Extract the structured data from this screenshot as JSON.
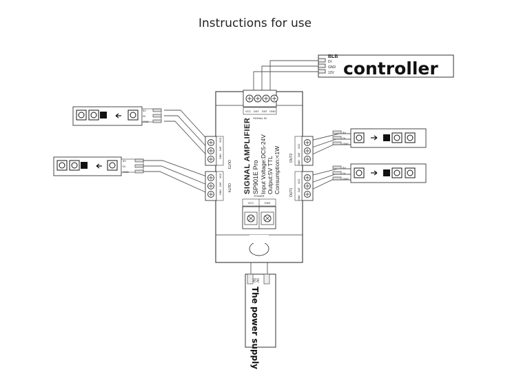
{
  "title": "Instructions for use",
  "controller": {
    "label": "controller",
    "logo": "BLB",
    "pins": [
      "DI",
      "GND",
      "12V"
    ]
  },
  "amplifier": {
    "name": "SIGNAL AMPLIFIER",
    "model": "SP901E Pro",
    "spec_input": "Input Voltage:DC5-24V",
    "spec_output": "Output:5V TTL",
    "spec_consumption": "Consumption:<1W",
    "signal_in_label": "SIGNAL IN",
    "signal_in_pins": [
      "VCC",
      "DAT",
      "DAT",
      "GND"
    ],
    "power_label": "POWER",
    "power_vcc": "VCC",
    "power_gnd": "GND",
    "out_pins": [
      "GND",
      "DAT",
      "VCC"
    ]
  },
  "outputs": [
    "OUT1",
    "OUT2",
    "OUT3",
    "OUT4"
  ],
  "strip_pins": [
    "5V",
    "DI",
    "GND"
  ],
  "power_supply": {
    "label": "The power supply",
    "pins": [
      "5V",
      "0V"
    ]
  },
  "colors": {
    "line": "#333333",
    "chip": "#1a1a1a",
    "led_pad": "#111111"
  }
}
